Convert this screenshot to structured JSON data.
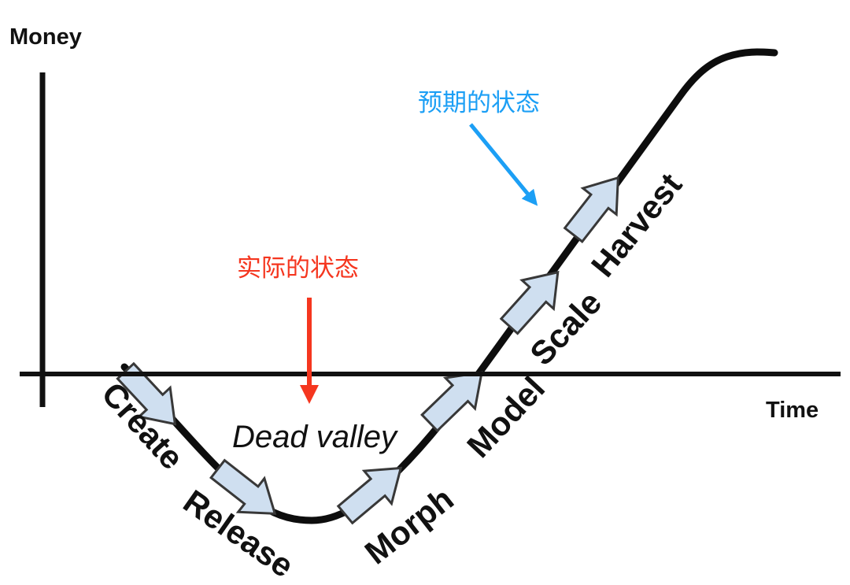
{
  "diagram": {
    "axis": {
      "y_label": "Money",
      "x_label": "Time"
    },
    "valley_label": "Dead valley",
    "stages": [
      "Create",
      "Release",
      "Morph",
      "Model",
      "Scale",
      "Harvest"
    ],
    "annotations": {
      "expected": {
        "text": "预期的状态",
        "color": "#1c9ff5"
      },
      "actual": {
        "text": "实际的状态",
        "color": "#f5361f"
      }
    },
    "colors": {
      "curve": "#0d0d0d",
      "axis": "#111111",
      "label": "#111111",
      "arrow_fill": "#cfdff0",
      "arrow_stroke": "#383838"
    }
  }
}
